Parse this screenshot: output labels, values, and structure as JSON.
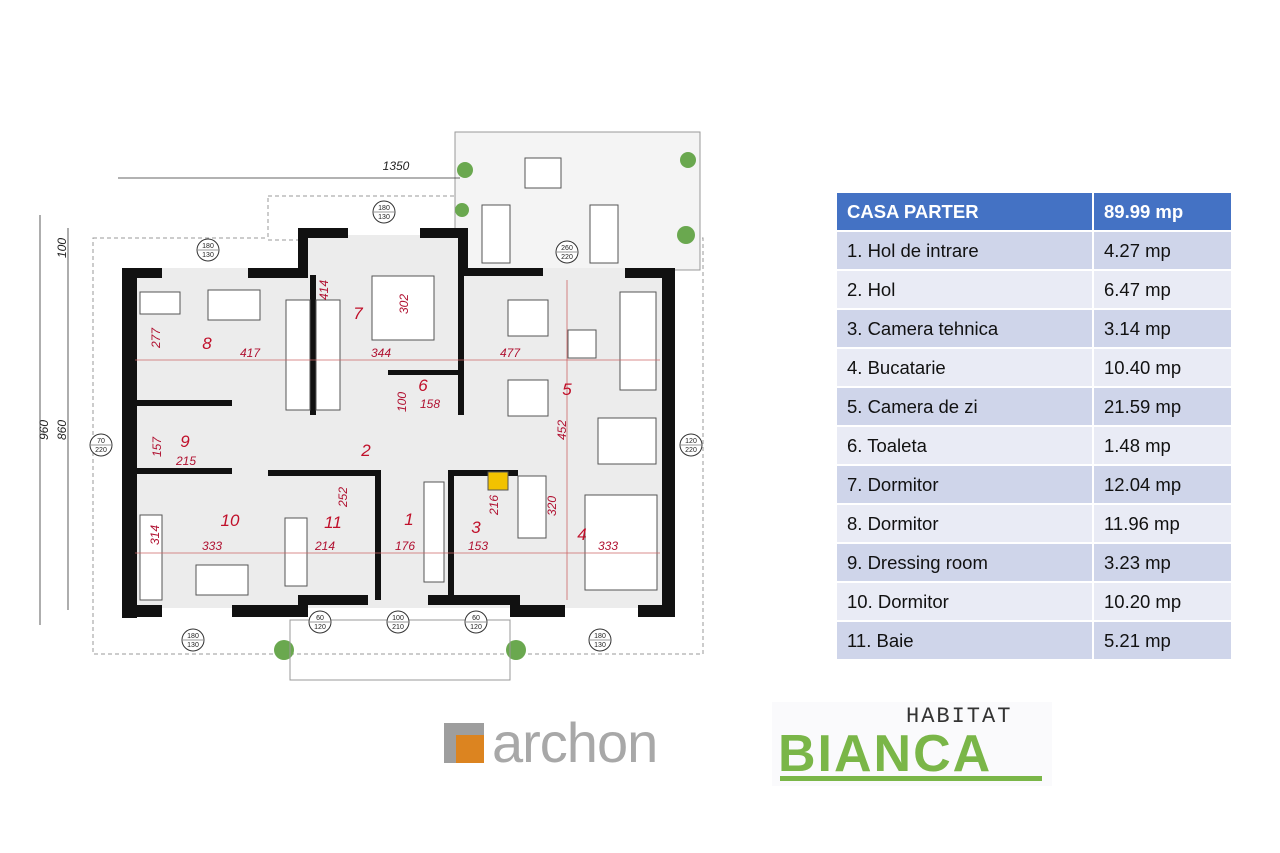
{
  "plan": {
    "rooms": [
      "1",
      "2",
      "3",
      "4",
      "5",
      "6",
      "7",
      "8",
      "9",
      "10",
      "11"
    ],
    "dims": {
      "overall_width": "1350",
      "overall_depth": "960",
      "inner_depth": "860",
      "offset": "100",
      "d8w": "417",
      "d7w": "344",
      "d5w": "477",
      "d8h": "277",
      "d7h": "414",
      "bed": "302",
      "d6h": "100",
      "d6w": "158",
      "d5h": "452",
      "d9h": "157",
      "d9w": "215",
      "d11h": "252",
      "d3h": "216",
      "d4h": "320",
      "d10h": "314",
      "d10w": "333",
      "d11w": "214",
      "d1w": "176",
      "d3w": "153",
      "d4w": "333"
    },
    "windows": [
      {
        "w": "180",
        "h": "130"
      },
      {
        "w": "180",
        "h": "130"
      },
      {
        "w": "260",
        "h": "220"
      },
      {
        "w": "70",
        "h": "220"
      },
      {
        "w": "120",
        "h": "220"
      },
      {
        "w": "60",
        "h": "120"
      },
      {
        "w": "100",
        "h": "210"
      },
      {
        "w": "60",
        "h": "120"
      },
      {
        "w": "180",
        "h": "130"
      },
      {
        "w": "180",
        "h": "130"
      }
    ]
  },
  "table": {
    "header": {
      "name": "CASA PARTER",
      "area": "89.99 mp"
    },
    "rows": [
      {
        "name": "1. Hol de intrare",
        "area": "4.27 mp"
      },
      {
        "name": "2. Hol",
        "area": "6.47 mp"
      },
      {
        "name": "3. Camera tehnica",
        "area": "3.14 mp"
      },
      {
        "name": "4. Bucatarie",
        "area": "10.40 mp"
      },
      {
        "name": "5. Camera de zi",
        "area": "21.59 mp"
      },
      {
        "name": "6. Toaleta",
        "area": "1.48 mp"
      },
      {
        "name": "7. Dormitor",
        "area": "12.04 mp"
      },
      {
        "name": "8. Dormitor",
        "area": "11.96 mp"
      },
      {
        "name": "9. Dressing room",
        "area": "3.23 mp"
      },
      {
        "name": "10. Dormitor",
        "area": "10.20 mp"
      },
      {
        "name": "11. Baie",
        "area": "5.21 mp"
      }
    ]
  },
  "logos": {
    "archon": "archon",
    "habitat": "HABITAT",
    "bianca": "BIANCA"
  },
  "colors": {
    "header": "#4472c4",
    "row_odd": "#cfd5ea",
    "row_even": "#e9ebf5",
    "room_number": "#c0102a",
    "archon_orange": "#dc8420",
    "bianca_green": "#7ab648"
  }
}
